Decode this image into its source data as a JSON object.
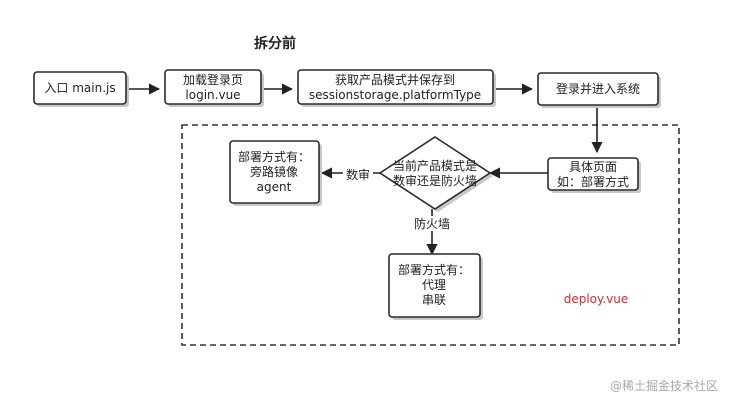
{
  "title": "拆分前",
  "nodes": {
    "entry": [
      "入口 main.js"
    ],
    "login": [
      "加载登录页",
      "login.vue"
    ],
    "fetch": [
      "获取产品模式并保存到",
      "sessionstorage.platformType"
    ],
    "enter": [
      "登录并进入系统"
    ],
    "page": [
      "具体页面",
      "如：部署方式"
    ],
    "decision": [
      "当前产品模式是",
      "数审还是防火墙"
    ],
    "shuchen": [
      "部署方式有：",
      "旁路镜像",
      "agent"
    ],
    "firewall": [
      "部署方式有：",
      "代理",
      "串联"
    ]
  },
  "edge_labels": {
    "to_shuchen": "数审",
    "to_firewall": "防火墙"
  },
  "region_label": "deploy.vue",
  "watermark": "@稀土掘金技术社区",
  "colors": {
    "stroke": "#2b2b2b",
    "accent_red": "#e0262b",
    "watermark": "#a9a9a9"
  }
}
